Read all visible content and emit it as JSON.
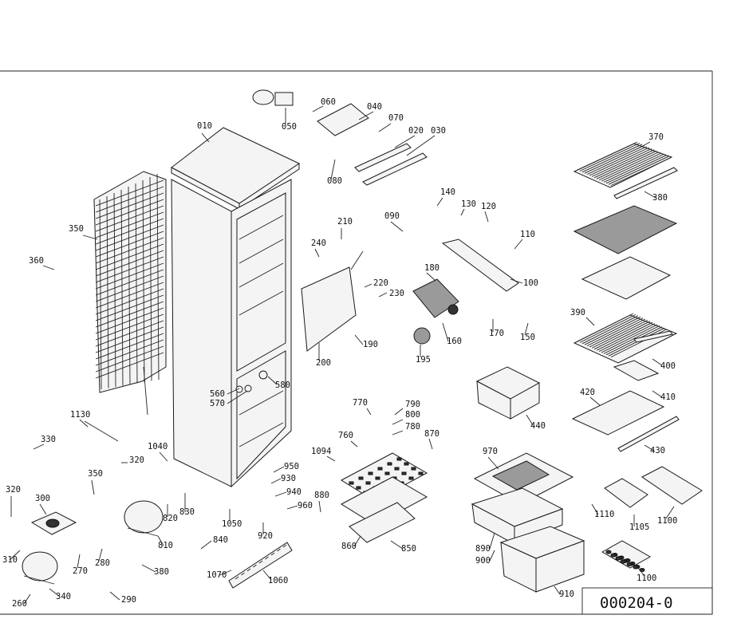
{
  "document_number": "000204-0",
  "part_labels": [
    "010",
    "020",
    "030",
    "040",
    "050",
    "060",
    "070",
    "080",
    "090",
    "100",
    "110",
    "120",
    "130",
    "140",
    "150",
    "160",
    "170",
    "180",
    "190",
    "195",
    "200",
    "210",
    "220",
    "230",
    "240",
    "260",
    "270",
    "280",
    "290",
    "300",
    "310",
    "320",
    "320",
    "330",
    "340",
    "350",
    "350",
    "360",
    "370",
    "380",
    "380",
    "390",
    "400",
    "410",
    "420",
    "430",
    "440",
    "560",
    "570",
    "580",
    "770",
    "790",
    "800",
    "780",
    "760",
    "870",
    "1094",
    "850",
    "860",
    "880",
    "890",
    "900",
    "910",
    "920",
    "930",
    "940",
    "950",
    "960",
    "970",
    "1040",
    "1050",
    "1060",
    "1070",
    "1100",
    "1100",
    "1105",
    "1110",
    "1130",
    "810",
    "820",
    "830",
    "840"
  ]
}
